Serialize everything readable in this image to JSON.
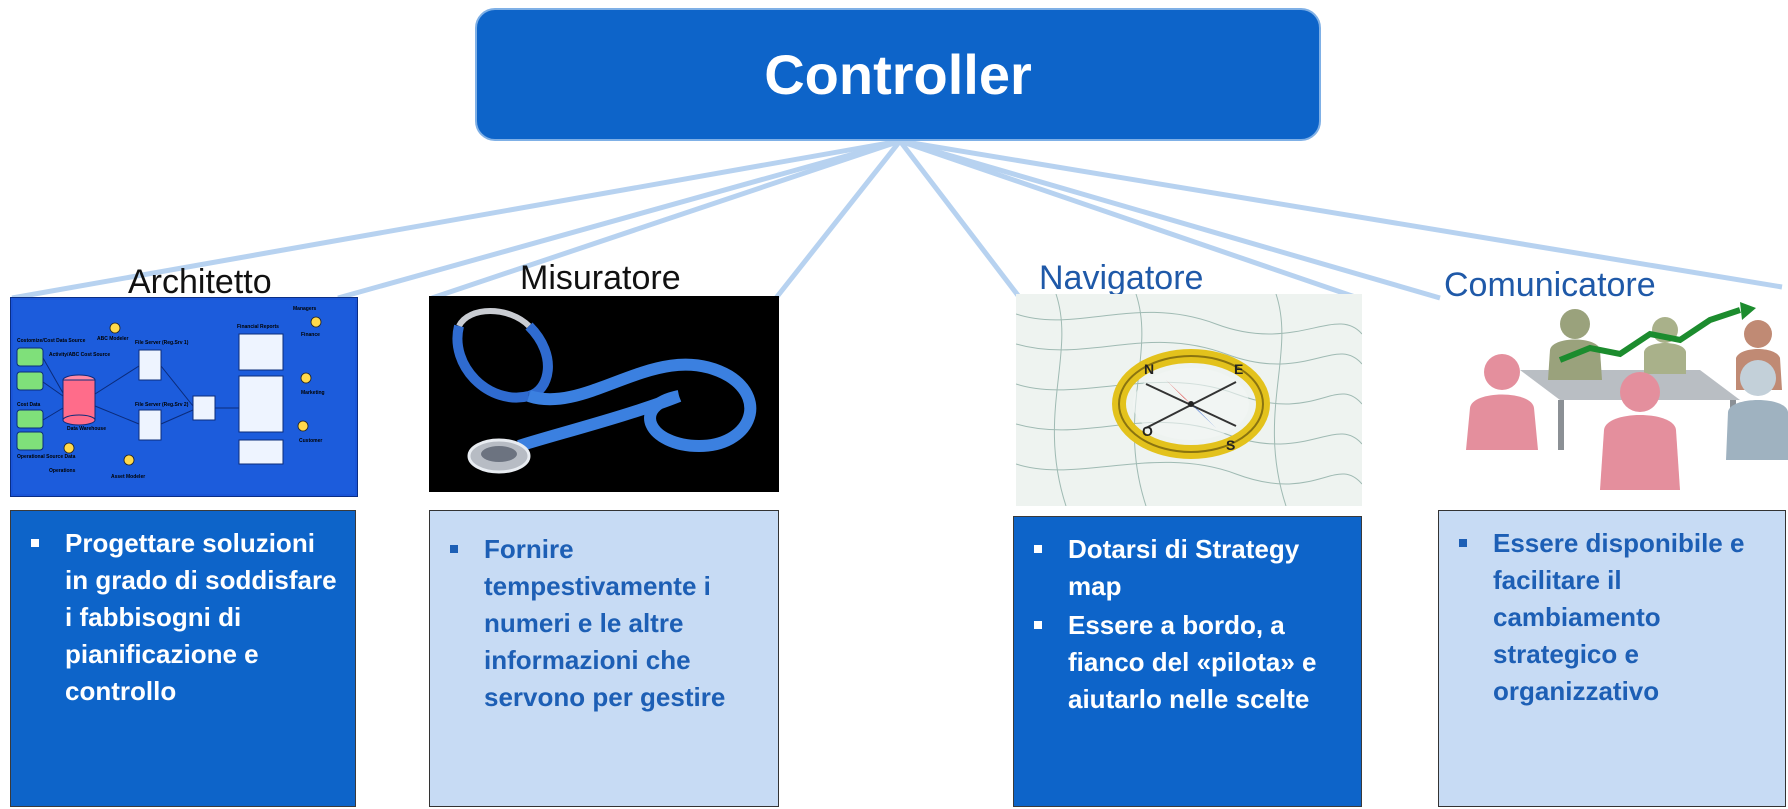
{
  "title": "Controller",
  "roles": [
    {
      "label": "Architetto",
      "image_icon": "architecture-diagram-icon",
      "diagram_labels": [
        "Managers",
        "Financial Reports",
        "ABC Modeler",
        "File Server (Reg.Srv 1)",
        "Costomize/Cost Data Source",
        "Activity/ABC Cost Source",
        "Data Warehouse",
        "File Server (Reg.Srv 2)",
        "Cost Data",
        "Operational Source Data",
        "Operations",
        "Asset Modeler",
        "Finance",
        "Marketing",
        "Customer"
      ],
      "bullets": [
        "Progettare soluzioni in grado di soddisfare i fabbisogni di pianificazione e controllo"
      ]
    },
    {
      "label": "Misuratore",
      "image_icon": "stethoscope-icon",
      "bullets": [
        "Fornire tempestivamente i numeri e le altre informazioni che servono per gestire"
      ]
    },
    {
      "label": "Navigatore",
      "image_icon": "compass-map-icon",
      "compass_letters": [
        "N",
        "E",
        "S",
        "O"
      ],
      "bullets": [
        "Dotarsi di Strategy map",
        "Essere  a bordo, a fianco del «pilota» e aiutarlo nelle scelte"
      ]
    },
    {
      "label": "Comunicatore",
      "image_icon": "meeting-growth-icon",
      "bullets": [
        "Essere disponibile e facilitare il cambiamento strategico e organizzativo"
      ]
    }
  ],
  "colors": {
    "top_box": "#0d64c9",
    "dark_box": "#0d64c9",
    "light_box": "#c7dbf4",
    "light_text": "#1d5fb5",
    "connector": "#b7d2f0",
    "label_blue": "#1f59a8"
  }
}
